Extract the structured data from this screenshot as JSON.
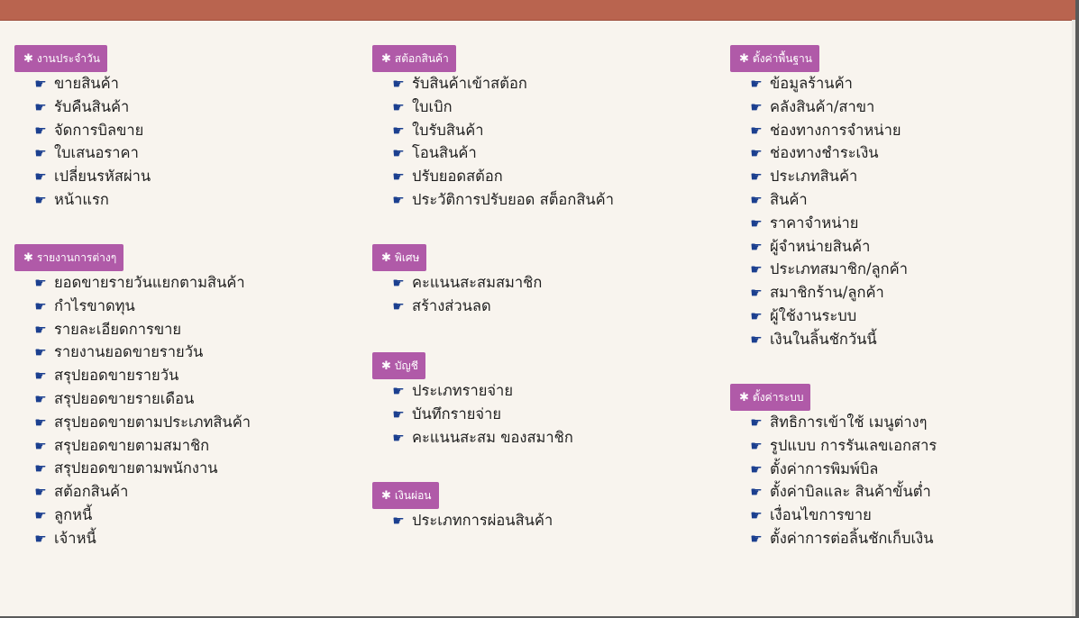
{
  "theme": {
    "top_bar": "#b9644f",
    "background": "#f8f4ee",
    "header_bg": "#b05aa8",
    "header_text": "#ffffff",
    "bullet_icon_color": "#1b3f8f"
  },
  "icons": {
    "header_icon": "asterisk-icon",
    "header_glyph": "✱",
    "item_icon": "pointing-hand-icon",
    "item_glyph": "☛"
  },
  "columns": [
    {
      "sections": [
        {
          "title": "งานประจำวัน",
          "items": [
            "ขายสินค้า",
            "รับคืนสินค้า",
            "จัดการบิลขาย",
            "ใบเสนอราคา",
            "เปลี่ยนรหัสผ่าน",
            "หน้าแรก"
          ]
        },
        {
          "title": "รายงานการต่างๆ",
          "items": [
            "ยอดขายรายวันแยกตามสินค้า",
            "กำไรขาดทุน",
            "รายละเอียดการขาย",
            "รายงานยอดขายรายวัน",
            "สรุปยอดขายรายวัน",
            "สรุปยอดขายรายเดือน",
            "สรุปยอดขายตามประเภทสินค้า",
            "สรุปยอดขายตามสมาชิก",
            "สรุปยอดขายตามพนักงาน",
            "สต้อกสินค้า",
            "ลูกหนี้",
            "เจ้าหนี้"
          ]
        }
      ]
    },
    {
      "sections": [
        {
          "title": "สต้อกสินค้า",
          "items": [
            "รับสินค้าเข้าสต้อก",
            "ใบเบิก",
            "ใบรับสินค้า",
            "โอนสินค้า",
            "ปรับยอดสต้อก",
            "ประวัติการปรับยอด สต็อกสินค้า"
          ]
        },
        {
          "title": "พิเศษ",
          "items": [
            "คะแนนสะสมสมาชิก",
            "สร้างส่วนลด"
          ]
        },
        {
          "title": "บัญชี",
          "items": [
            "ประเภทรายจ่าย",
            "บันทึกรายจ่าย",
            "คะแนนสะสม ของสมาชิก"
          ]
        },
        {
          "title": "เงินผ่อน",
          "items": [
            "ประเภทการผ่อนสินค้า"
          ]
        }
      ]
    },
    {
      "sections": [
        {
          "title": "ตั้งค่าพื้นฐาน",
          "items": [
            "ข้อมูลร้านค้า",
            "คลังสินค้า/สาขา",
            "ช่องทางการจำหน่าย",
            "ช่องทางชำระเงิน",
            "ประเภทสินค้า",
            "สินค้า",
            "ราคาจำหน่าย",
            "ผู้จำหน่ายสินค้า",
            "ประเภทสมาชิก/ลูกค้า",
            "สมาชิกร้าน/ลูกค้า",
            "ผู้ใช้งานระบบ",
            "เงินในลิ้นชักวันนี้"
          ]
        },
        {
          "title": "ตั้งค่าระบบ",
          "items": [
            "สิทธิการเข้าใช้ เมนูต่างๆ",
            "รูปแบบ การรันเลขเอกสาร",
            "ตั้งค่าการพิมพ์บิล",
            "ตั้งค่าบิลและ สินค้าขั้นต่ำ",
            "เงื่อนไขการขาย",
            "ตั้งค่าการต่อลิ้นชักเก็บเงิน"
          ]
        }
      ]
    }
  ]
}
